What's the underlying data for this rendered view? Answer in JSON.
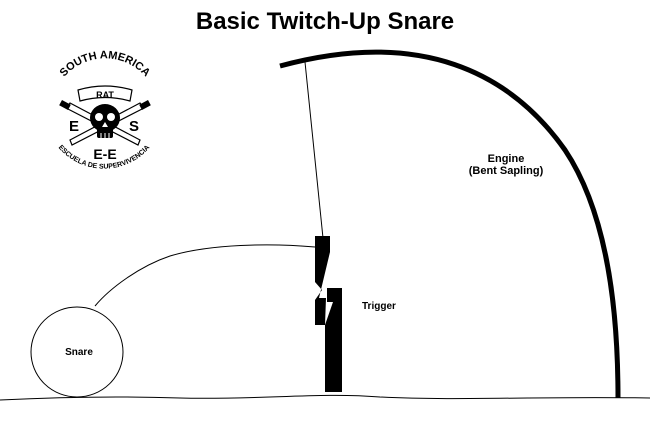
{
  "title": "Basic Twitch-Up Snare",
  "labels": {
    "engine": "Engine",
    "engine_sub": "(Bent Sapling)",
    "trigger": "Trigger",
    "snare": "Snare"
  },
  "logo": {
    "arc_top": "SOUTH AMERICA",
    "banner": "RAT",
    "left_letter": "E",
    "right_letter": "S",
    "center": "E-E",
    "arc_bottom": "ESCUELA DE SUPERVIVENCIA"
  }
}
